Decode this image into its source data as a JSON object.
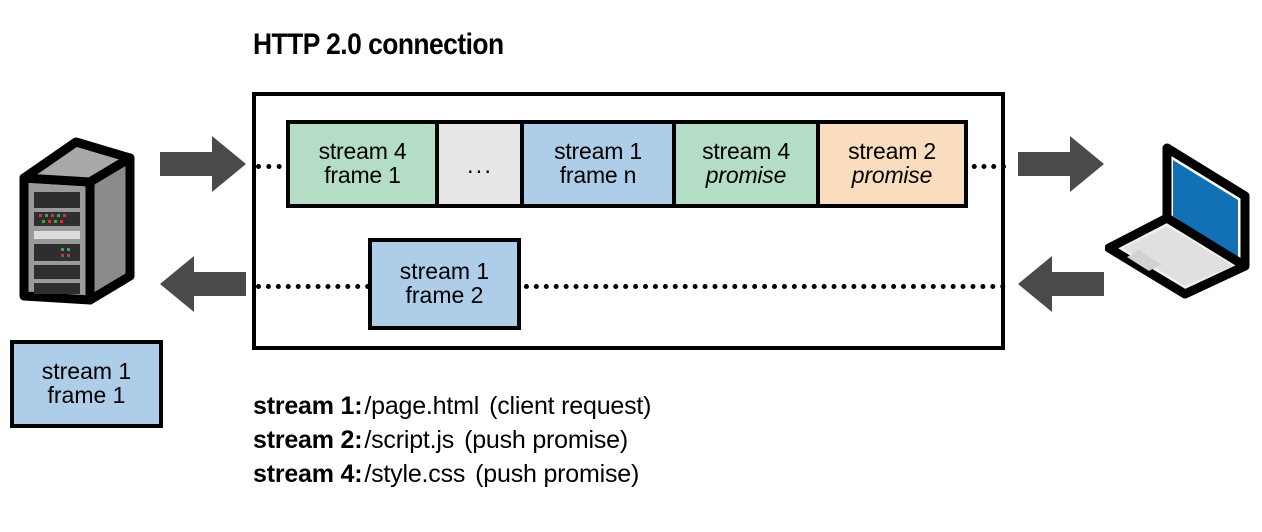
{
  "title": "HTTP 2.0 connection",
  "colors": {
    "green": "#b3ddc4",
    "blue": "#aecde8",
    "orange": "#fadcbe",
    "gray": "#e6e6e6",
    "arrow": "#4a4a4a",
    "outline": "#000000",
    "laptop_screen": "#1271b5",
    "server_body": "#9a9a9a"
  },
  "devices": {
    "server": "server-tower-icon",
    "client": "laptop-icon"
  },
  "frame_strip": [
    {
      "line1": "stream 4",
      "line2": "frame 1",
      "color": "green",
      "italic": false
    },
    {
      "line1": "",
      "line2": "···",
      "color": "gray",
      "italic": false
    },
    {
      "line1": "stream 1",
      "line2": "frame n",
      "color": "blue",
      "italic": false
    },
    {
      "line1": "stream 4",
      "line2": "promise",
      "color": "green",
      "italic": true
    },
    {
      "line1": "stream 2",
      "line2": "promise",
      "color": "orange",
      "italic": true
    }
  ],
  "frame_lower": {
    "line1": "stream 1",
    "line2": "frame 2",
    "color": "blue"
  },
  "frame_detached": {
    "line1": "stream 1",
    "line2": "frame 1",
    "color": "blue"
  },
  "legend": [
    {
      "stream": "stream 1:",
      "resource": "/page.html",
      "note": "(client request)"
    },
    {
      "stream": "stream 2:",
      "resource": "/script.js",
      "note": "(push promise)"
    },
    {
      "stream": "stream 4:",
      "resource": "/style.css",
      "note": "(push promise)"
    }
  ],
  "arrows": {
    "server_in": "arrow-right",
    "server_out": "arrow-left",
    "client_out": "arrow-right",
    "client_in": "arrow-left"
  }
}
